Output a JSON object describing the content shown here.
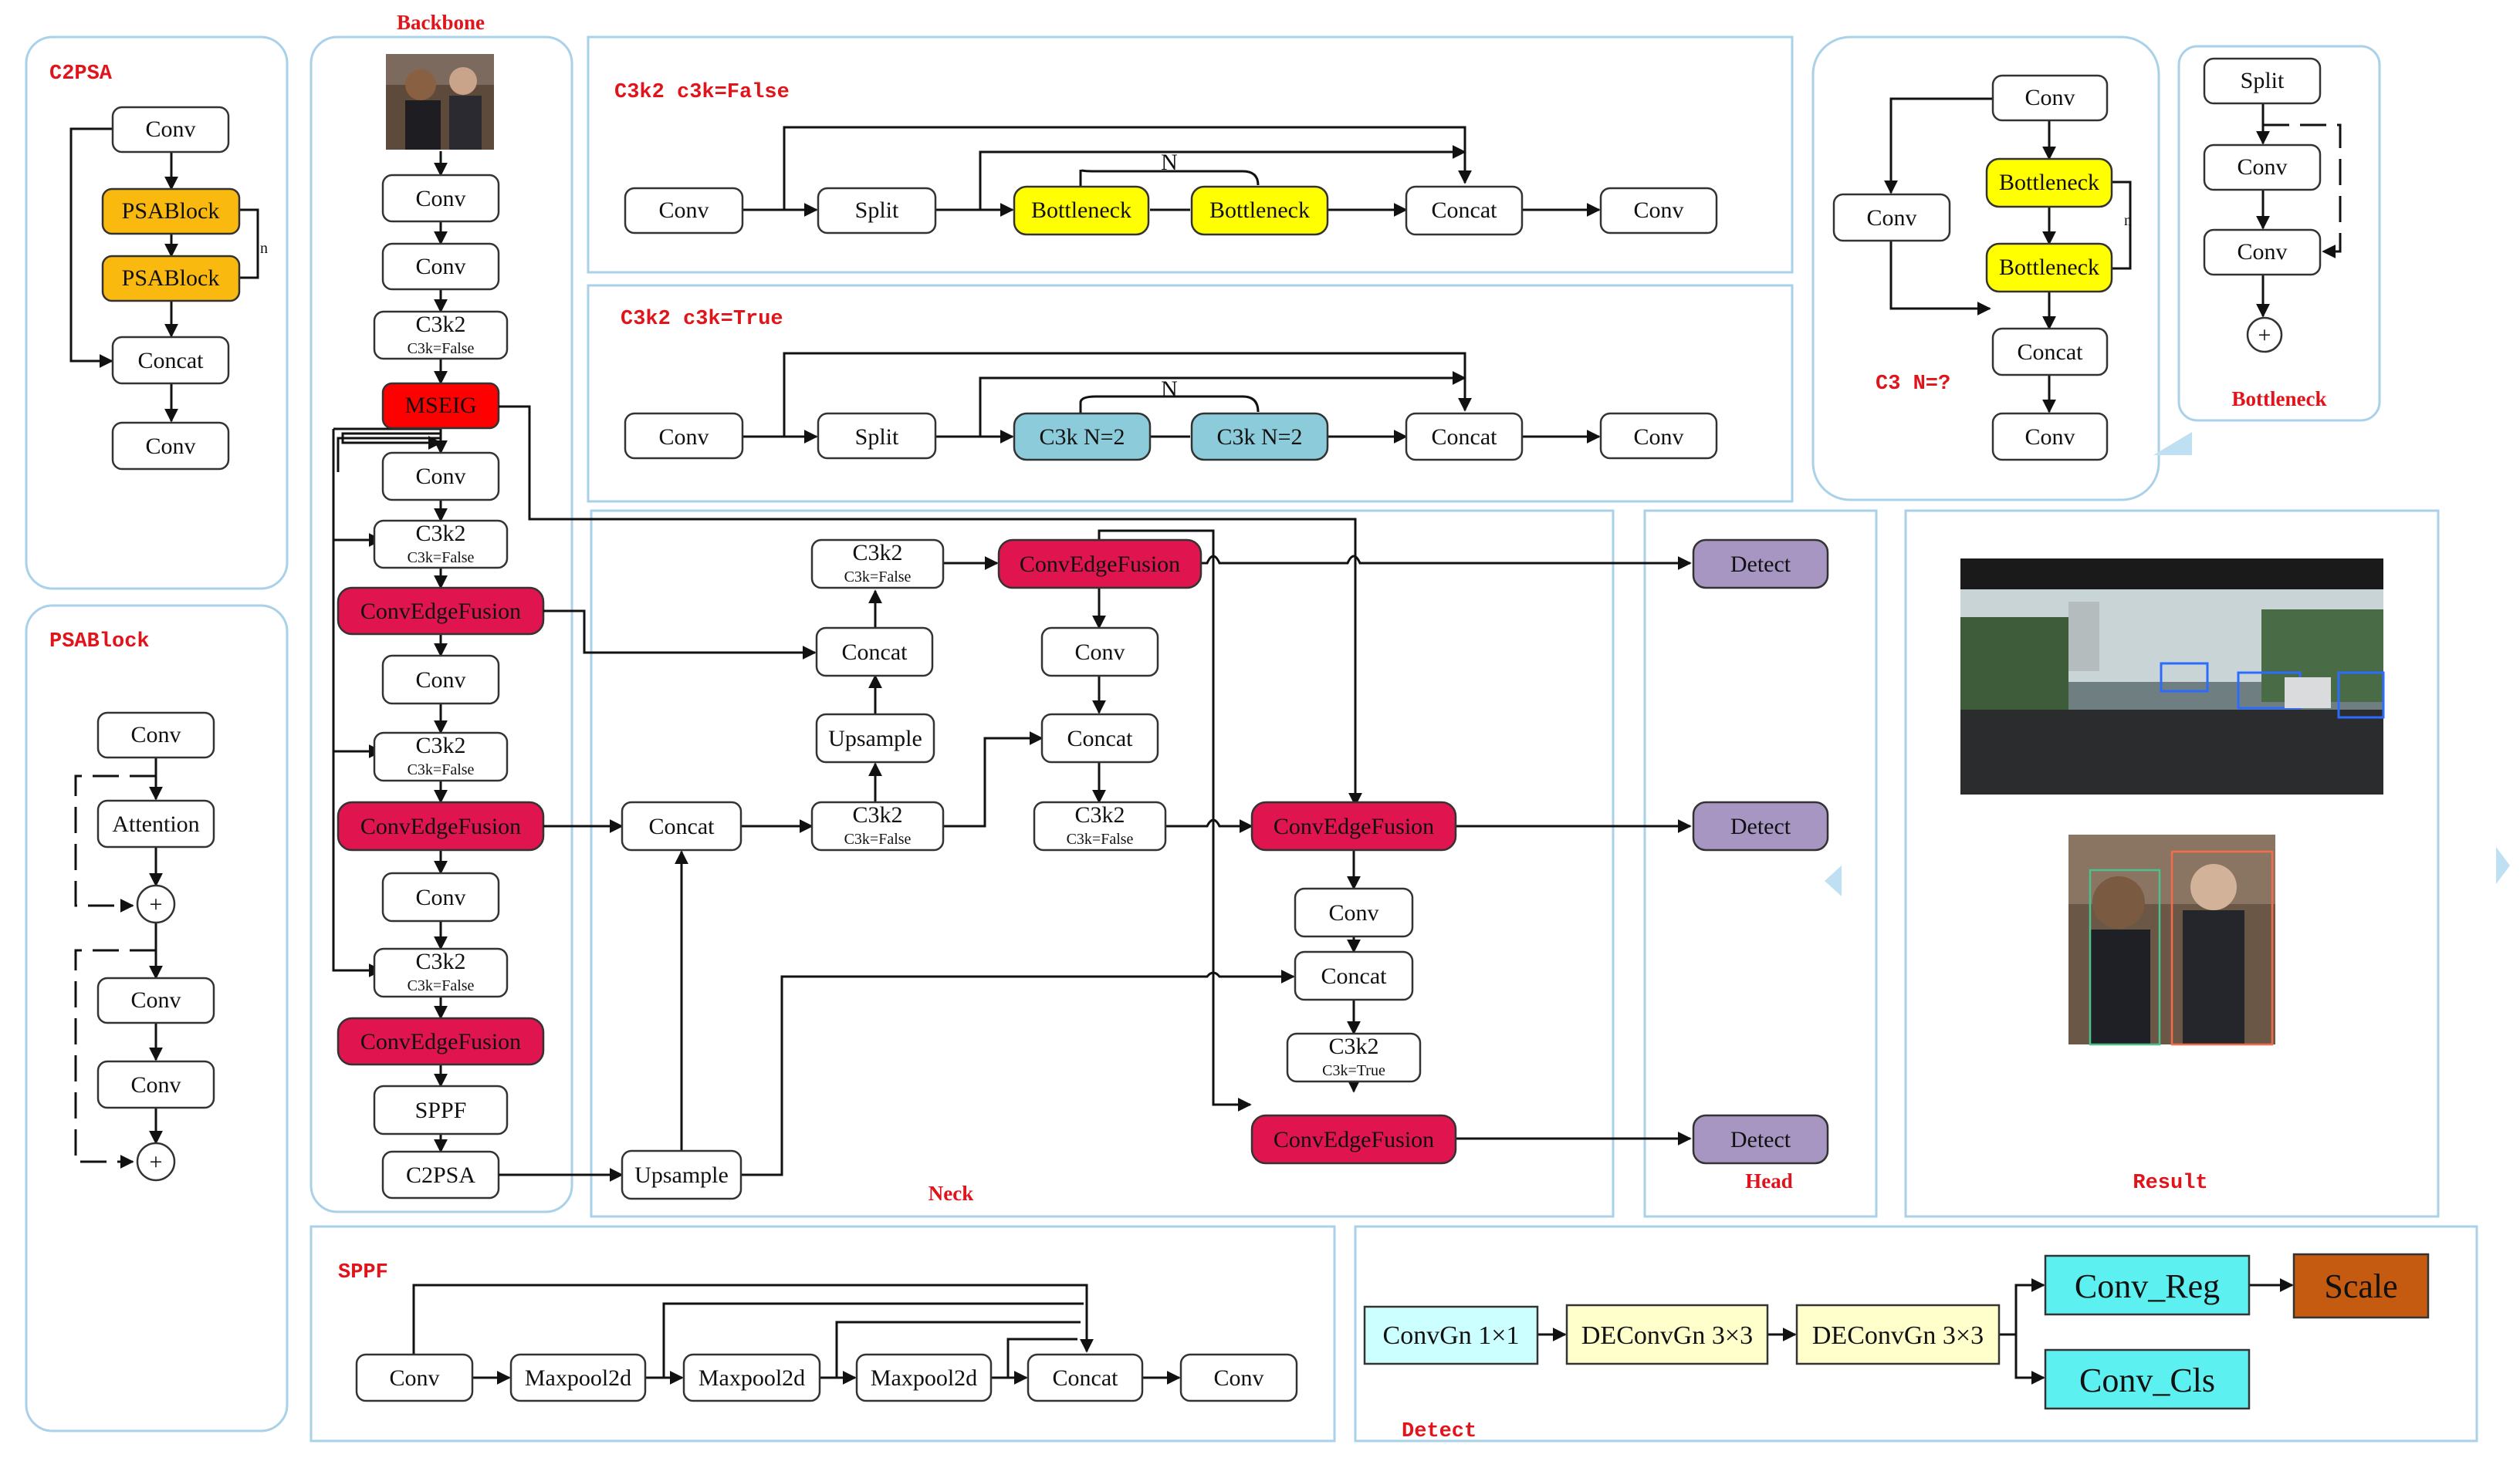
{
  "panels": {
    "c2psa": "C2PSA",
    "psablock": "PSABlock",
    "backbone": "Backbone",
    "c3k2_false": "C3k2  c3k=False",
    "c3k2_true": "C3k2  c3k=True",
    "c3": "C3  N=?",
    "bottleneck": "Bottleneck",
    "neck": "Neck",
    "head": "Head",
    "result": "Result",
    "sppf": "SPPF",
    "detect": "Detect"
  },
  "labels": {
    "conv": "Conv",
    "psablock": "PSABlock",
    "concat": "Concat",
    "attention": "Attention",
    "split": "Split",
    "bottleneck": "Bottleneck",
    "c3k_n2": "C3k N=2",
    "c3k2": "C3k2",
    "c3k_false": "C3k=False",
    "c3k_true": "C3k=True",
    "mseig": "MSEIG",
    "convedgefusion": "ConvEdgeFusion",
    "sppf": "SPPF",
    "c2psa": "C2PSA",
    "upsample": "Upsample",
    "detect": "Detect",
    "maxpool": "Maxpool2d",
    "n": "N",
    "n_small": "n",
    "plus": "+",
    "convgn": "ConvGn 1×1",
    "deconvgn": "DEConvGn 3×3",
    "conv_reg": "Conv_Reg",
    "conv_cls": "Conv_Cls",
    "scale": "Scale"
  },
  "colors": {
    "panel_border": "#a9d1ea",
    "title_red": "#e1141b",
    "psablock": "#f9b90f",
    "bottleneck_yellow": "#ffff00",
    "c3k_blue": "#8ccbd9",
    "mseig": "#ff0000",
    "convedgefusion": "#e0144f",
    "detect": "#a796c2",
    "convgn": "#ccffff",
    "deconvgn": "#ffffcc",
    "conv_head": "#5cf0f0",
    "scale": "#c55a11"
  }
}
